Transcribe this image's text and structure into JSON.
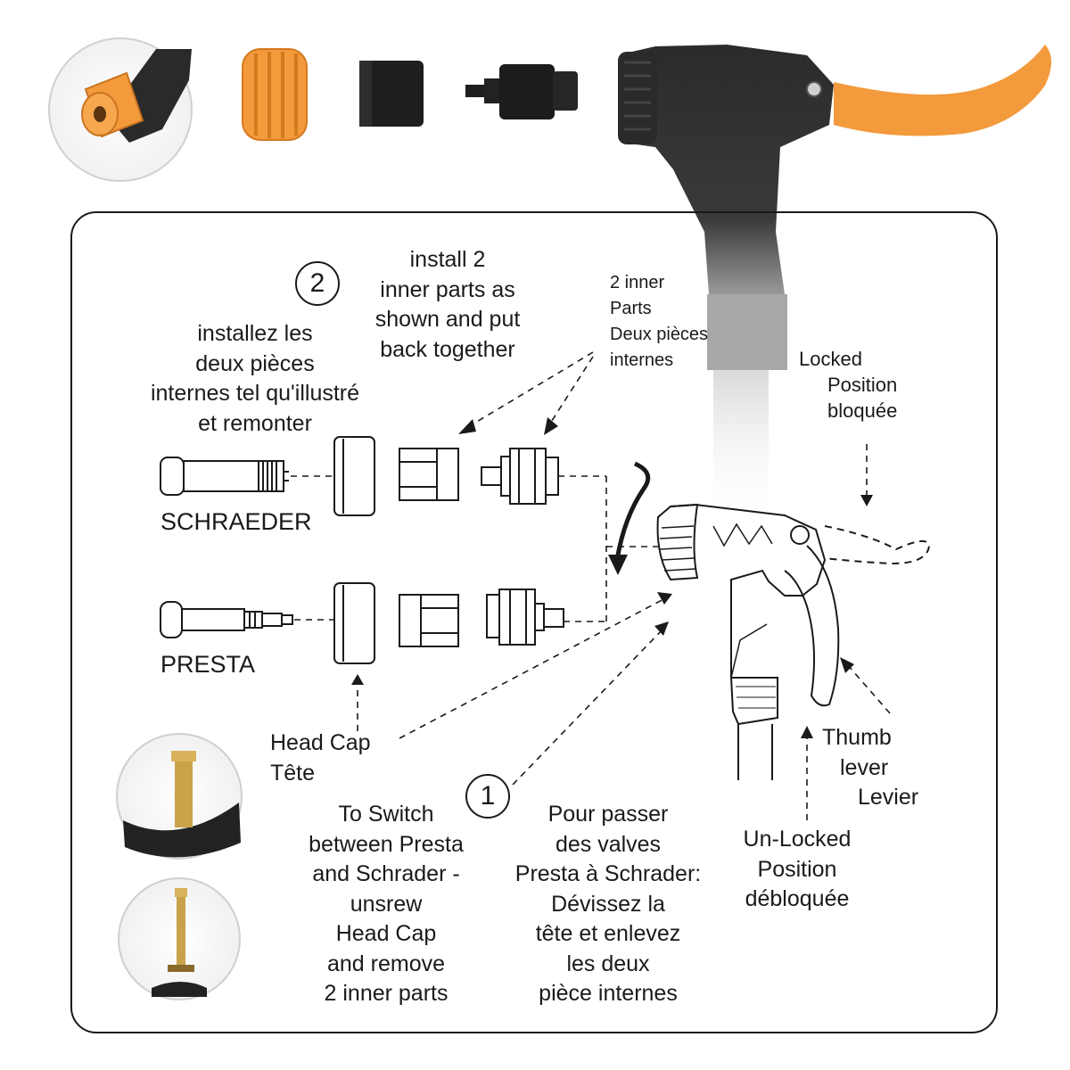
{
  "steps": {
    "step2_number": "2",
    "step1_number": "1",
    "install_en": [
      "install 2",
      "inner parts as",
      "shown and put",
      "back together"
    ],
    "install_fr": [
      "installez les",
      "deux pièces",
      "internes tel qu'illustré",
      "et remonter"
    ],
    "switch_en": [
      "To Switch",
      "between Presta",
      "and Schrader -",
      "unsrew",
      "Head Cap",
      "and remove",
      "2 inner parts"
    ],
    "switch_fr": [
      "Pour passer",
      "des valves",
      "Presta à Schrader:",
      "Dévissez la",
      "tête et enlevez",
      "les deux",
      "pièce internes"
    ]
  },
  "labels": {
    "inner_parts": [
      "2 inner",
      "Parts",
      "Deux pièces",
      "internes"
    ],
    "locked": [
      "Locked",
      "Position",
      "bloquée"
    ],
    "unlocked": [
      "Un-Locked",
      "Position",
      "débloquée"
    ],
    "thumb_lever": [
      "Thumb",
      "lever",
      "Levier"
    ],
    "head_cap": [
      "Head Cap",
      "Tête"
    ],
    "schraeder": "SCHRAEDER",
    "presta": "PRESTA"
  },
  "colors": {
    "accent_orange": "#f39a3c",
    "pump_black": "#2a2a2a",
    "line": "#1a1a1a",
    "brass": "#c9a24a"
  },
  "icons": [
    "schrader-valve-drawing",
    "presta-valve-drawing",
    "head-cap-drawing",
    "inner-sleeve-drawing",
    "inner-valve-core-drawing",
    "pump-head-drawing",
    "thumb-lever-drawing",
    "rotate-arrow-icon"
  ]
}
